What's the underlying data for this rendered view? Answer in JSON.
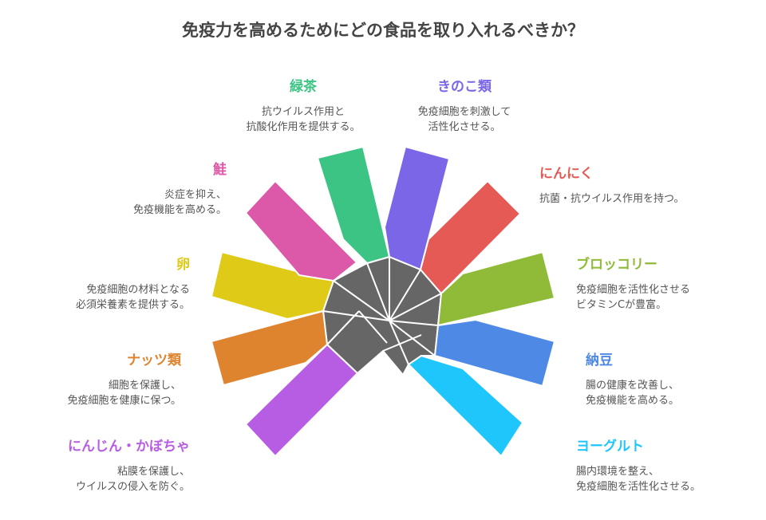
{
  "title": "免疫力を高めるためにどの食品を取り入れるべきか？",
  "items": [
    {
      "name": "緑茶",
      "desc": "抗ウイルス作用と\n抗酸化作用を提供する。",
      "color": "#3cc484"
    },
    {
      "name": "きのこ類",
      "desc": "免疫細胞を刺激して\n活性化させる。",
      "color": "#7b66e8"
    },
    {
      "name": "にんにく",
      "desc": "抗菌・抗ウイルス作用を持つ。",
      "color": "#e55a55"
    },
    {
      "name": "ブロッコリー",
      "desc": "免疫細胞を活性化させる\nビタミンCが豊富。",
      "color": "#8fbb38"
    },
    {
      "name": "納豆",
      "desc": "腸の健康を改善し、\n免疫機能を高める。",
      "color": "#4e89e6"
    },
    {
      "name": "ヨーグルト",
      "desc": "腸内環境を整え、\n免疫細胞を活性化させる。",
      "color": "#1ec6fc"
    },
    {
      "name": "にんじん・かぼちゃ",
      "desc": "粘膜を保護し、\nウイルスの侵入を防ぐ。",
      "color": "#b75de3"
    },
    {
      "name": "ナッツ類",
      "desc": "細胞を保護し、\n免疫細胞を健康に保つ。",
      "color": "#de842f"
    },
    {
      "name": "卵",
      "desc": "免疫細胞の材料となる\n必須栄養素を提供する。",
      "color": "#dfcb17"
    },
    {
      "name": "鮭",
      "desc": "炎症を抑え、\n免疫機能を高める。",
      "color": "#dc58a8"
    }
  ]
}
